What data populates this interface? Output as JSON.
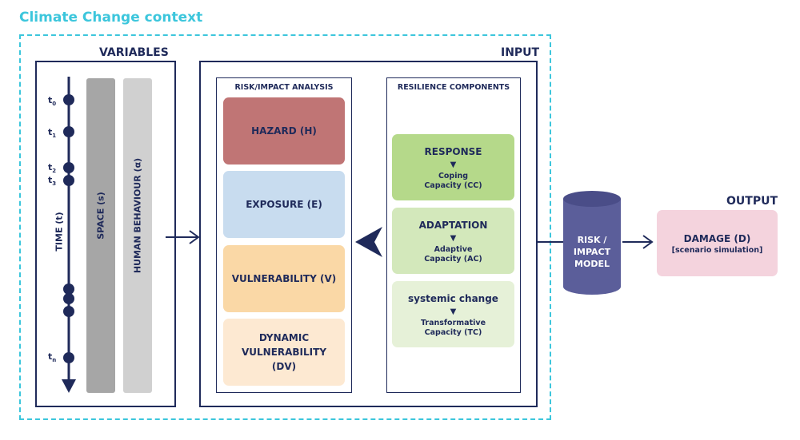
{
  "context": {
    "title": "Climate Change context"
  },
  "variables": {
    "title": "VARIABLES",
    "time_label": "TIME (t)",
    "space_label": "SPACE (s)",
    "behaviour_label": "HUMAN BEHAVIOUR (α)",
    "ticks": [
      {
        "base": "t",
        "sub": "0"
      },
      {
        "base": "t",
        "sub": "1"
      },
      {
        "base": "t",
        "sub": "2"
      },
      {
        "base": "t",
        "sub": "3"
      },
      {
        "base": "t",
        "sub": "n"
      }
    ]
  },
  "input": {
    "title": "INPUT",
    "risk_panel": {
      "title": "RISK/IMPACT ANALYSIS",
      "cards": [
        {
          "label": "HAZARD (H)",
          "color": "#c07575"
        },
        {
          "label": "EXPOSURE (E)",
          "color": "#c8dcef"
        },
        {
          "label": "VULNERABILITY (V)",
          "color": "#fad8a6"
        },
        {
          "label": "DYNAMIC VULNERABILITY (DV)",
          "color": "#fde9d2"
        }
      ]
    },
    "resilience_panel": {
      "title": "RESILIENCE COMPONENTS",
      "cards": [
        {
          "label": "RESPONSE",
          "sub": "Coping Capacity (CC)",
          "color": "#b5d98a"
        },
        {
          "label": "ADAPTATION",
          "sub": "Adaptive Capacity (AC)",
          "color": "#d3e8bb"
        },
        {
          "label": "systemic change",
          "sub": "Transformative Capacity (TC)",
          "color": "#e6f1d8"
        }
      ]
    }
  },
  "model": {
    "label": "RISK / IMPACT MODEL",
    "color": "#5b5e9a"
  },
  "output": {
    "title": "OUTPUT",
    "card": {
      "label": "DAMAGE (D)",
      "sub": "[scenario simulation]",
      "color": "#f4d3dd"
    }
  },
  "colors": {
    "navy": "#1f2a5a",
    "context_accent": "#3cc6dc",
    "space_bar": "#a6a6a6",
    "behaviour_bar": "#d0d0d0"
  }
}
